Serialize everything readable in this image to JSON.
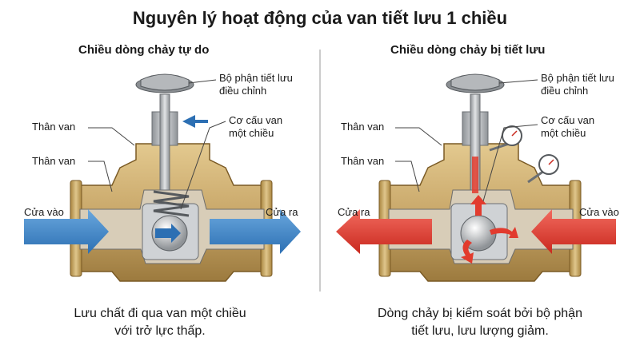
{
  "title": "Nguyên lý hoạt động của van tiết lưu 1 chiều",
  "left": {
    "heading": "Chiều dòng chảy tự do",
    "labels": {
      "body_upper": "Thân van",
      "body_lower": "Thân van",
      "throttle_line1": "Bộ phận tiết lưu",
      "throttle_line2": "điều chỉnh",
      "check_line1": "Cơ cấu van",
      "check_line2": "một chiều",
      "inlet": "Cửa vào",
      "outlet": "Cửa ra"
    },
    "caption_line1": "Lưu chất đi qua van một chiều",
    "caption_line2": "với trở lực thấp."
  },
  "right": {
    "heading": "Chiều dòng chảy bị tiết lưu",
    "labels": {
      "body_upper": "Thân van",
      "body_lower": "Thân van",
      "throttle_line1": "Bộ phận tiết lưu",
      "throttle_line2": "điều chỉnh",
      "check_line1": "Cơ cấu van",
      "check_line2": "một chiều",
      "left_port": "Cửa ra",
      "right_port": "Cửa vào"
    },
    "caption_line1": "Dòng chảy bị kiểm soát bởi bộ phận",
    "caption_line2": "tiết lưu, lưu lượng giảm."
  },
  "colors": {
    "free_flow": "#3a7fc1",
    "throttled_flow": "#e23b2e",
    "brass": "#c9a86a",
    "steel": "#b9bcc0"
  },
  "icons": [
    "handwheel-icon",
    "pressure-gauge-icon",
    "flow-arrow-icon"
  ]
}
